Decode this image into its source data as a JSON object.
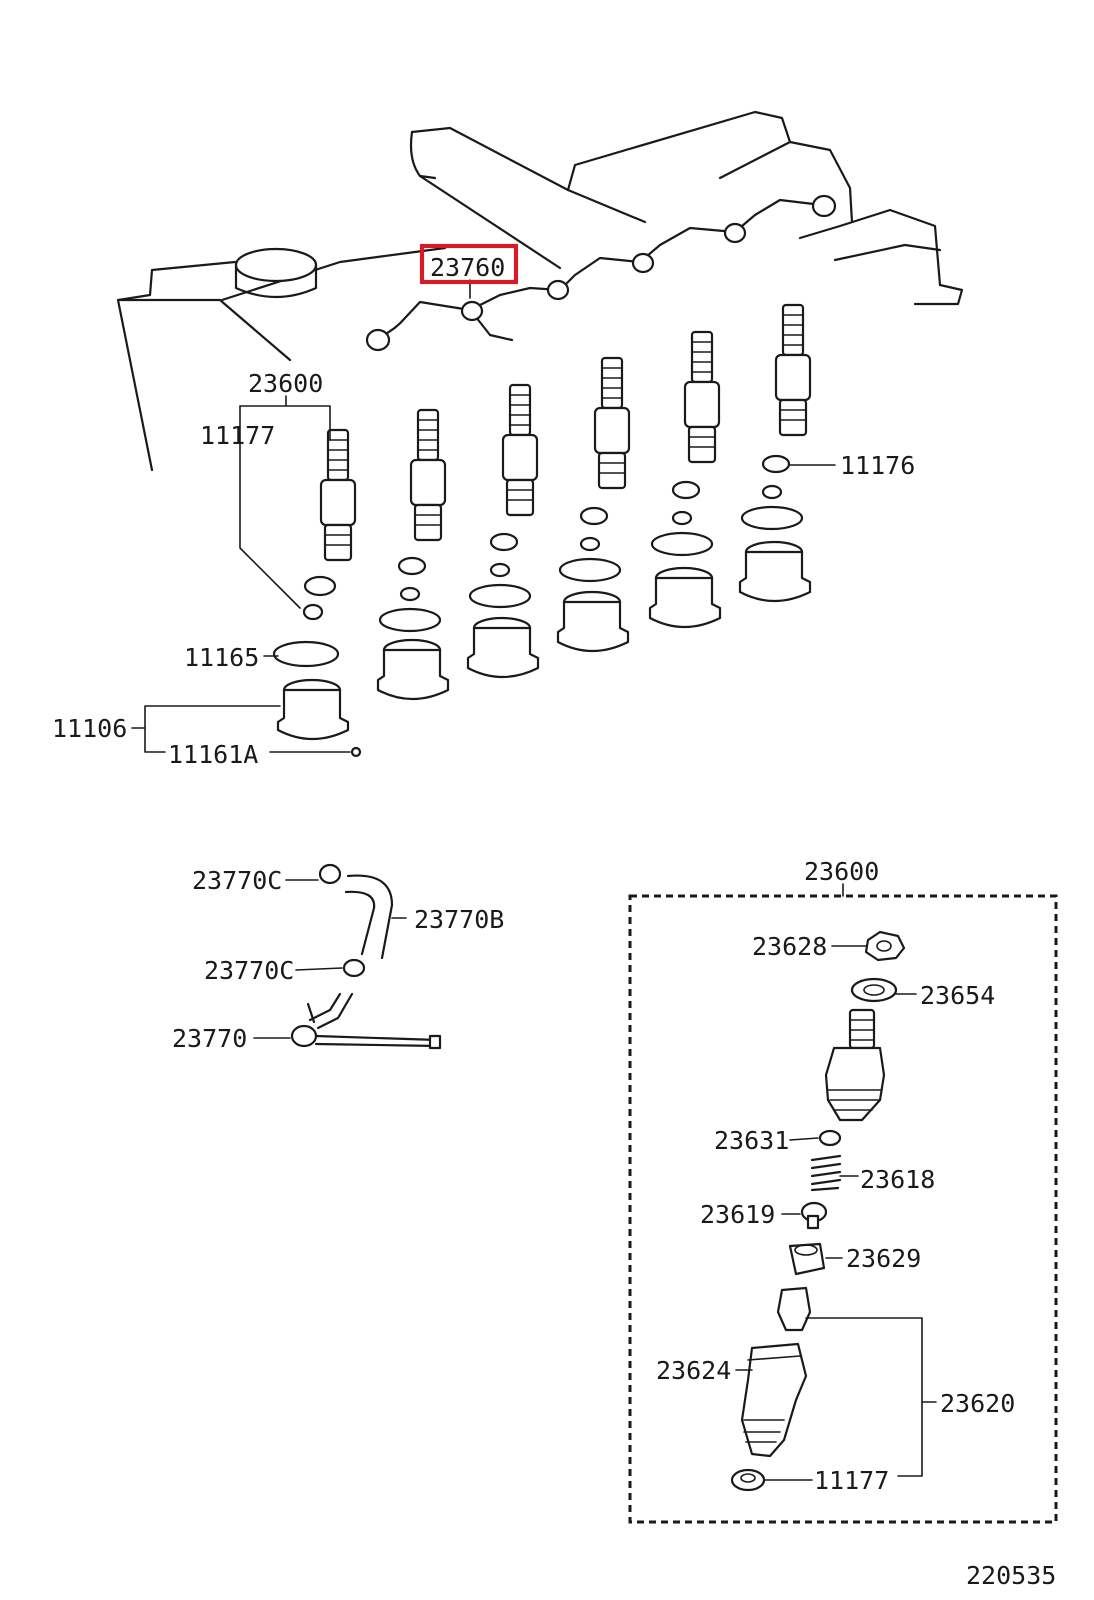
{
  "labels": {
    "pipe": "23760",
    "nozzle_assy_top": "23600",
    "gasket_top": "11177",
    "seat_1176": "11176",
    "ring_1165": "11165",
    "holder_1106": "11106",
    "pin_1161a": "11161A",
    "clip_upper": "23770C",
    "hose": "23770B",
    "clip_lower": "23770C",
    "leak_pipe": "23770",
    "nozzle_assy_box": "23600",
    "nut": "23628",
    "washer": "23654",
    "ball": "23631",
    "spring": "23618",
    "pin_23619": "23619",
    "seat_23629": "23629",
    "holder_body": "23624",
    "tip_assy": "23620",
    "gasket_bottom": "11177",
    "figure_id": "220535"
  },
  "highlight": {
    "color": "#e8141b",
    "target": "23760"
  }
}
